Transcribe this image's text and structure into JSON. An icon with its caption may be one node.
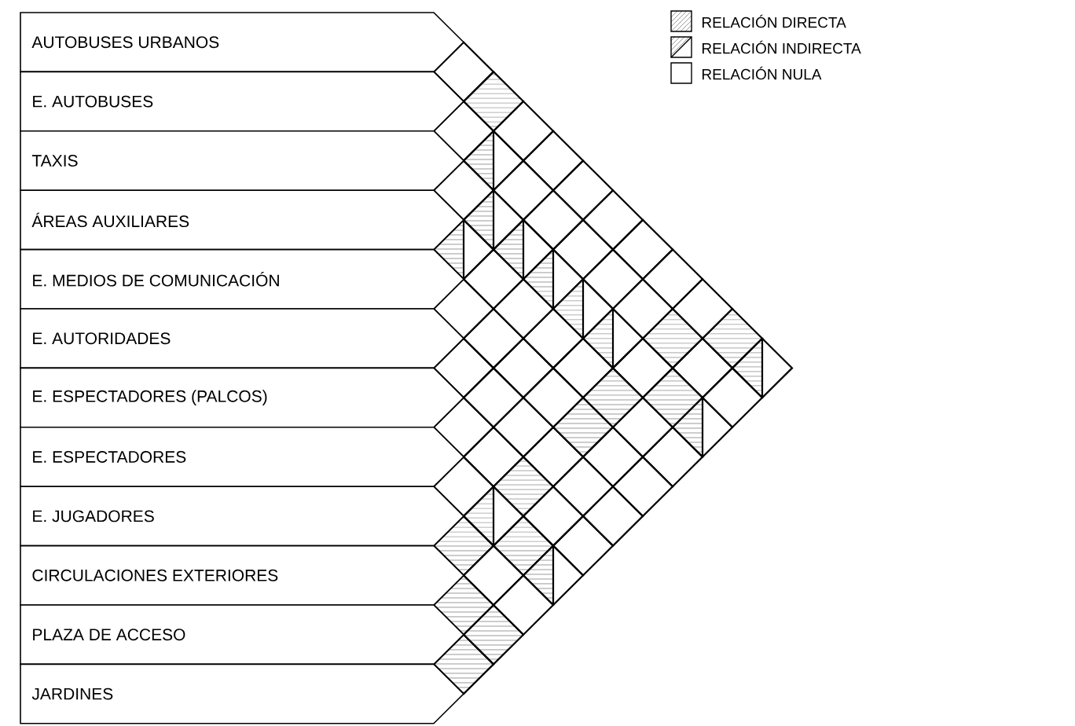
{
  "diagram": {
    "nodes": [
      {
        "text": [
          "AUTOBUSES URBANOS"
        ]
      },
      {
        "text": [
          "E. AUTOBUSES"
        ]
      },
      {
        "text": [
          "TAXIS"
        ]
      },
      {
        "text": [
          "ÁREAS AUXILIARES"
        ]
      },
      {
        "text": [
          "E. MEDIOS DE COMUNICACIÓN"
        ]
      },
      {
        "text": [
          "E. AUTORIDADES"
        ]
      },
      {
        "text": [
          "E. ESPECTADORES (PALCOS)"
        ]
      },
      {
        "text": [
          "E. ESPECTADORES"
        ]
      },
      {
        "text": [
          "E. JUGADORES"
        ]
      },
      {
        "text": [
          "CIRCULACIONES EXTERIORES"
        ]
      },
      {
        "text": [
          "PLAZA DE ACCESO"
        ]
      },
      {
        "text": [
          "JARDINES"
        ]
      },
      {
        "text": [],
        "shape": "diamond"
      },
      {
        "text": [],
        "shape": "hatched-diamond"
      },
      {
        "text": [],
        "shape": "diamond"
      },
      {
        "text": [],
        "shape": "diamond"
      },
      {
        "text": [],
        "shape": "half-hatched-diamond"
      },
      {
        "text": [],
        "shape": "diamond"
      },
      {
        "text": [],
        "shape": "diamond"
      },
      {
        "text": [],
        "shape": "diamond"
      },
      {
        "text": [],
        "shape": "diamond"
      },
      {
        "text": [],
        "shape": "half-hatched-diamond"
      },
      {
        "text": [],
        "shape": "diamond"
      },
      {
        "text": [],
        "shape": "diamond"
      },
      {
        "text": [],
        "shape": "half-hatched-diamond"
      },
      {
        "text": [],
        "shape": "half-hatched-diamond"
      },
      {
        "text": [],
        "shape": "diamond"
      },
      {
        "text": [],
        "shape": "diamond"
      },
      {
        "text": [],
        "shape": "diamond"
      },
      {
        "text": [],
        "shape": "half-hatched-diamond"
      },
      {
        "text": [],
        "shape": "diamond"
      },
      {
        "text": [],
        "shape": "diamond"
      },
      {
        "text": [],
        "shape": "diamond"
      },
      {
        "text": [],
        "shape": "diamond"
      },
      {
        "text": [],
        "shape": "half-hatched-diamond"
      },
      {
        "text": [],
        "shape": "diamond"
      },
      {
        "text": [],
        "shape": "diamond"
      },
      {
        "text": [],
        "shape": "diamond"
      },
      {
        "text": [],
        "shape": "diamond"
      },
      {
        "text": [],
        "shape": "half-hatched-diamond"
      },
      {
        "text": [],
        "shape": "hatched-diamond"
      },
      {
        "text": [],
        "shape": "hatched-diamond"
      },
      {
        "text": [],
        "shape": "diamond"
      },
      {
        "text": [],
        "shape": "diamond"
      },
      {
        "text": [],
        "shape": "diamond"
      },
      {
        "text": [],
        "shape": "diamond"
      },
      {
        "text": [],
        "shape": "diamond"
      },
      {
        "text": [],
        "shape": "half-hatched-diamond"
      },
      {
        "text": [],
        "shape": "diamond"
      },
      {
        "text": [],
        "shape": "diamond"
      },
      {
        "text": [],
        "shape": "hatched-diamond"
      },
      {
        "text": [],
        "shape": "hatched-diamond"
      },
      {
        "text": [],
        "shape": "diamond"
      },
      {
        "text": [],
        "shape": "diamond"
      },
      {
        "text": [],
        "shape": "diamond"
      },
      {
        "text": [],
        "shape": "hatched-diamond"
      },
      {
        "text": [],
        "shape": "diamond"
      },
      {
        "text": [],
        "shape": "half-hatched-diamond"
      },
      {
        "text": [],
        "shape": "diamond"
      },
      {
        "text": [],
        "shape": "diamond"
      },
      {
        "text": [],
        "shape": "diamond"
      },
      {
        "text": [],
        "shape": "diamond"
      },
      {
        "text": [],
        "shape": "diamond"
      },
      {
        "text": [],
        "shape": "hatched-diamond"
      },
      {
        "text": [],
        "shape": "diamond"
      },
      {
        "text": [],
        "shape": "diamond"
      },
      {
        "text": [],
        "shape": "half-hatched-diamond"
      },
      {
        "text": [],
        "shape": "diamond"
      },
      {
        "text": [],
        "shape": "diamond"
      },
      {
        "text": [],
        "shape": "hatched-diamond"
      },
      {
        "text": [],
        "shape": "hatched-diamond"
      },
      {
        "text": [],
        "shape": "diamond"
      },
      {
        "text": [],
        "shape": "diamond"
      },
      {
        "text": [],
        "shape": "half-hatched-diamond"
      },
      {
        "text": [],
        "shape": "hatched-diamond"
      },
      {
        "text": [],
        "shape": "diamond"
      },
      {
        "text": [],
        "shape": "hatched-diamond"
      },
      {
        "text": [],
        "shape": "hatched-diamond"
      }
    ],
    "legend": [
      {
        "text": "RELACIÓN DIRECTA"
      },
      {
        "text": "RELACIÓN INDIRECTA"
      },
      {
        "text": "RELACIÓN NULA"
      }
    ]
  }
}
